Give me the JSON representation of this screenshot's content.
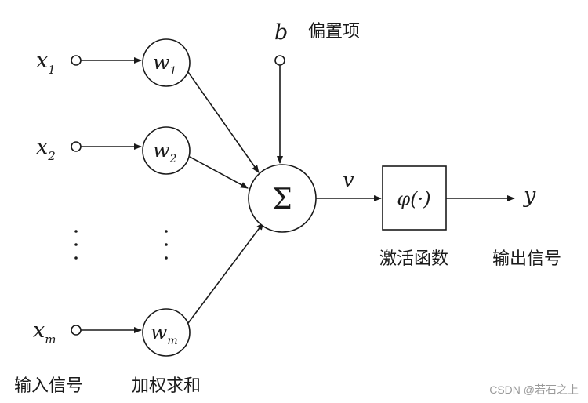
{
  "inputs": [
    {
      "base": "x",
      "sub": "1"
    },
    {
      "base": "x",
      "sub": "2"
    },
    {
      "base": "x",
      "sub": "m"
    }
  ],
  "weights": [
    {
      "base": "w",
      "sub": "1"
    },
    {
      "base": "w",
      "sub": "2"
    },
    {
      "base": "w",
      "sub": "m"
    }
  ],
  "bias": {
    "symbol": "b",
    "label": "偏置项"
  },
  "sum": {
    "symbol": "Σ"
  },
  "net": {
    "symbol": "v"
  },
  "activation": {
    "symbol": "φ(·)",
    "label": "激活函数"
  },
  "output": {
    "symbol": "y",
    "label": "输出信号"
  },
  "bottom_labels": {
    "inputs": "输入信号",
    "weights": "加权求和"
  },
  "watermark": "CSDN @若石之上",
  "colors": {
    "line": "#1a1a1a",
    "text": "#1a1a1a",
    "watermark": "#9a9a9a"
  }
}
